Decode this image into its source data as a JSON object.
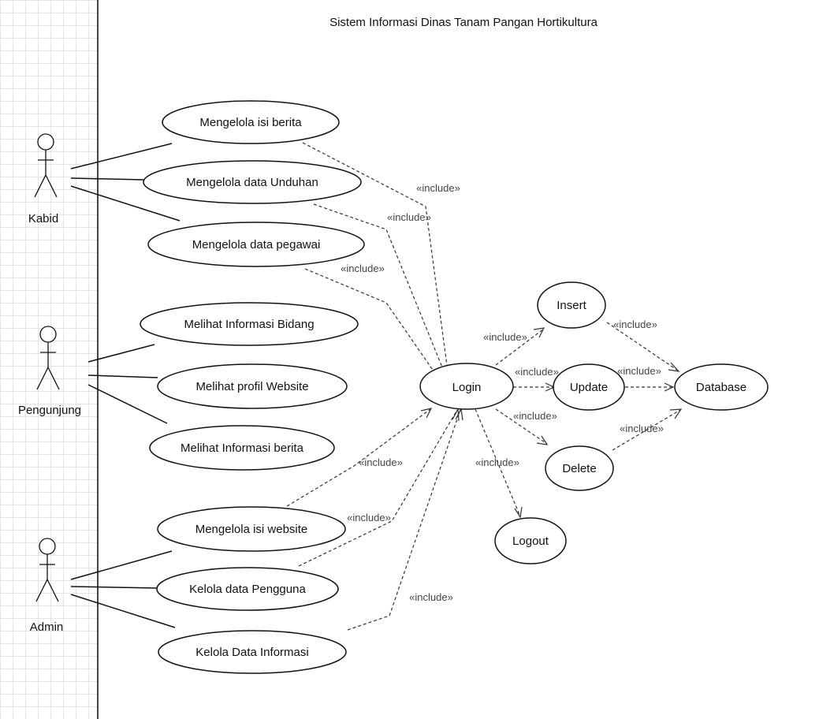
{
  "system": {
    "title": "Sistem Informasi Dinas Tanam Pangan Hortikultura"
  },
  "actors": {
    "kabid": "Kabid",
    "pengunjung": "Pengunjung",
    "admin": "Admin"
  },
  "use_cases": {
    "isi_berita": "Mengelola isi berita",
    "data_unduhan": "Mengelola data Unduhan",
    "data_pegawai": "Mengelola data pegawai",
    "info_bidang": "Melihat Informasi Bidang",
    "profil_website": "Melihat profil Website",
    "info_berita": "Melihat Informasi berita",
    "isi_website": "Mengelola isi website",
    "data_pengguna": "Kelola data Pengguna",
    "data_informasi": "Kelola Data Informasi",
    "login": "Login",
    "insert": "Insert",
    "update": "Update",
    "delete": "Delete",
    "logout": "Logout",
    "database": "Database"
  },
  "relationships": {
    "include_label": "«include»"
  }
}
